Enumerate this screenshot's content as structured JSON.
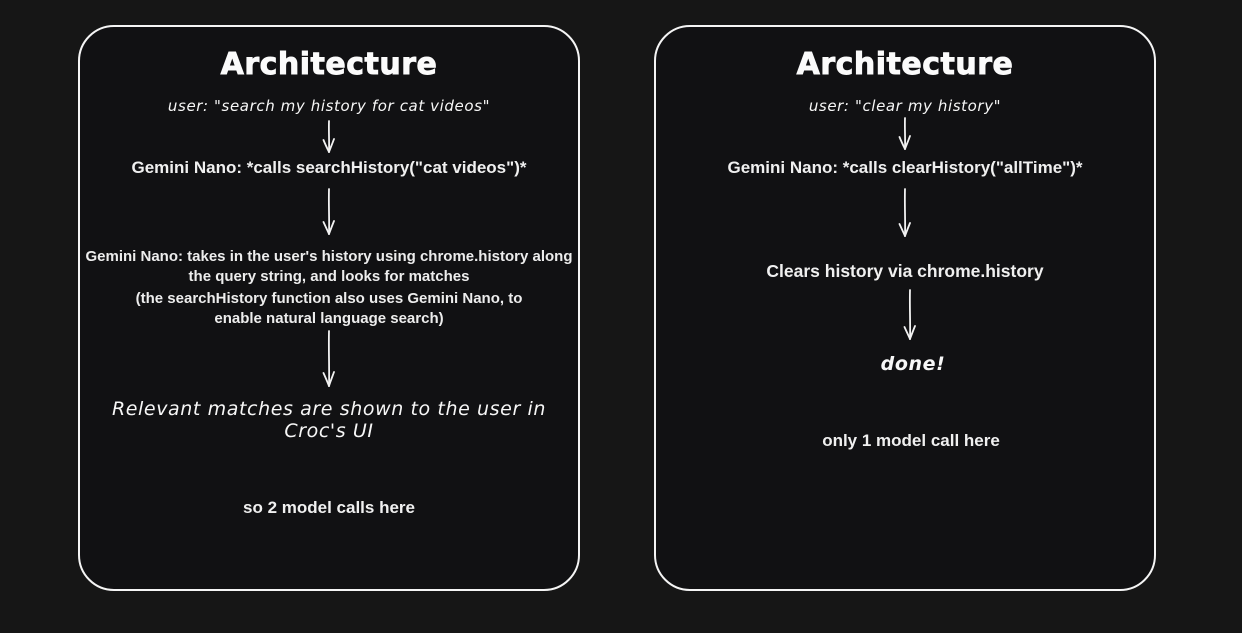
{
  "colors": {
    "background": "#161616",
    "panel_background": "#111113",
    "border": "#f5f5f5",
    "text": "#f2f2f2"
  },
  "panels": [
    {
      "title": "Architecture",
      "user_quote": "user: \"search my history for cat videos\"",
      "model_call": "Gemini Nano: *calls searchHistory(\"cat videos\")*",
      "explanation_lines": [
        "Gemini Nano: takes in the user's history using chrome.history along",
        "the query string, and looks for matches"
      ],
      "parenthetical_lines": [
        "(the searchHistory function also uses Gemini Nano, to",
        "enable natural language search)"
      ],
      "result": "Relevant matches are shown to the user in Croc's UI",
      "note": "so 2 model calls here"
    },
    {
      "title": "Architecture",
      "user_quote": "user: \"clear my history\"",
      "model_call": "Gemini Nano: *calls clearHistory(\"allTime\")*",
      "action": "Clears history via chrome.history",
      "result": "done!",
      "note": "only 1 model call here"
    }
  ]
}
